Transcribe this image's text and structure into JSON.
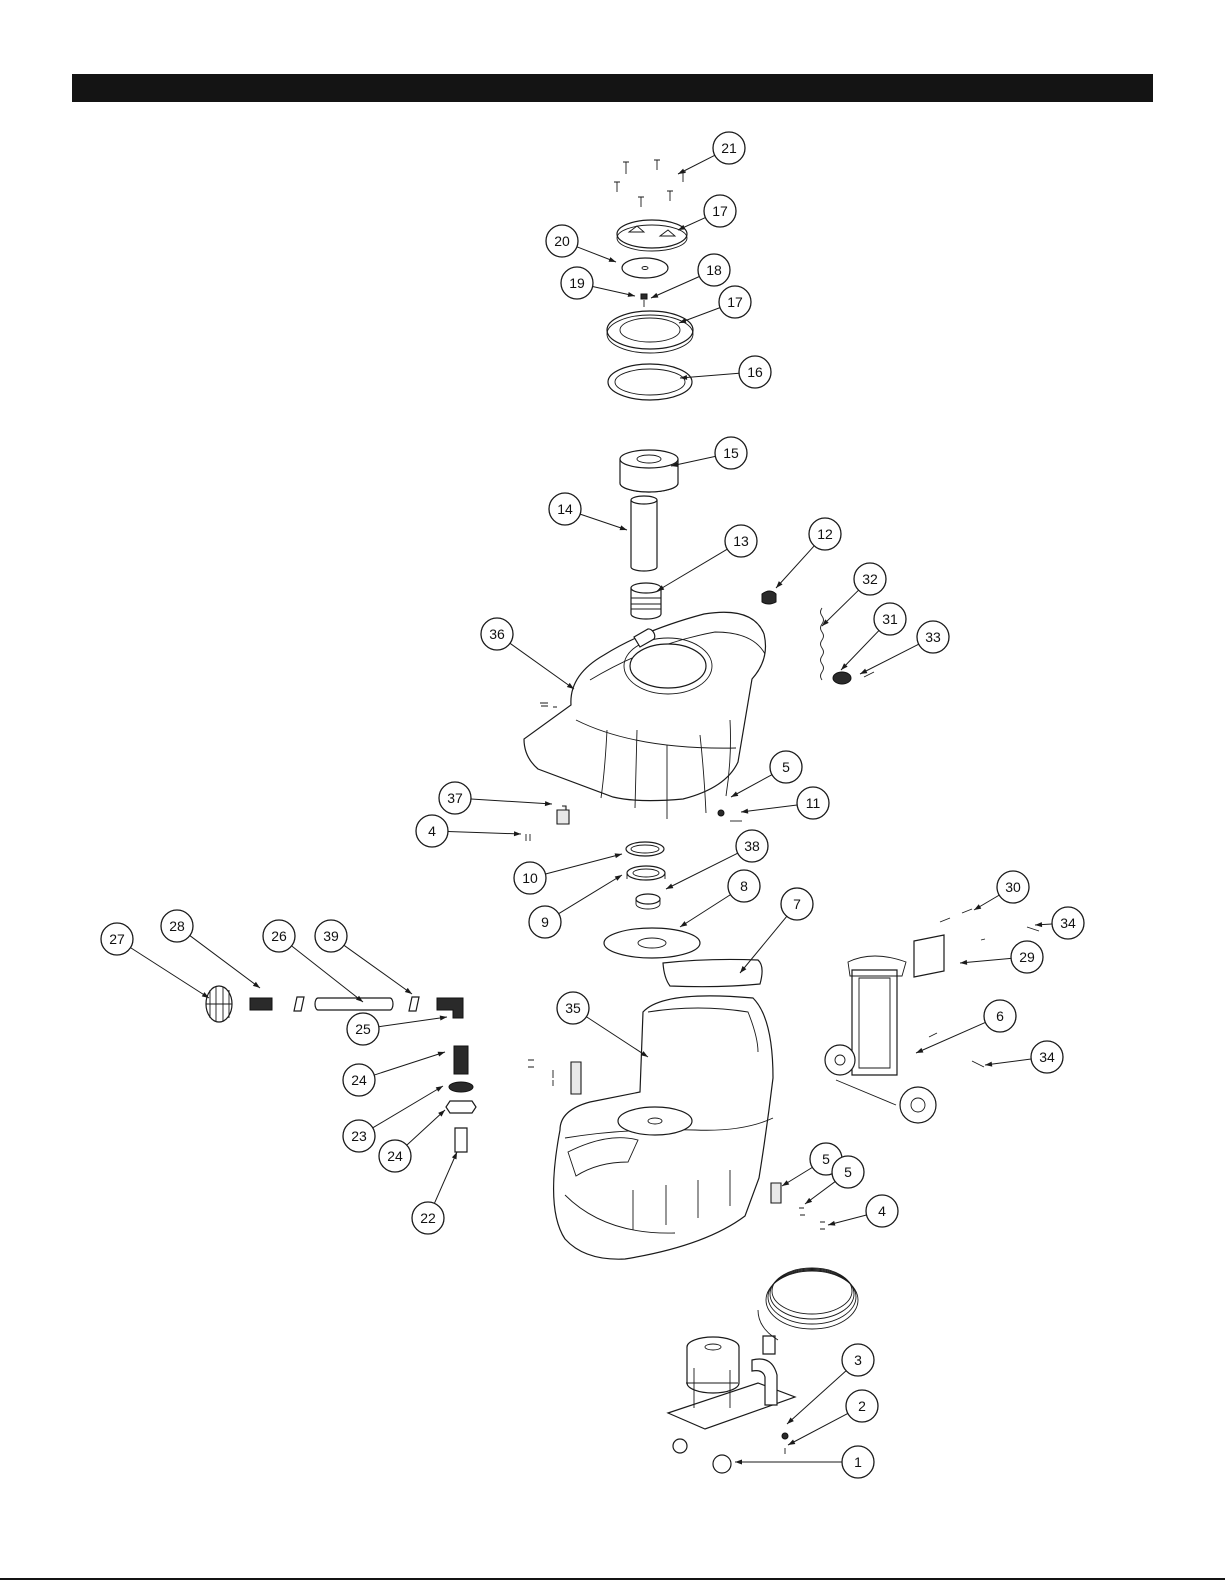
{
  "colors": {
    "bar": "#141414",
    "line": "#1a1a1a",
    "paper": "#ffffff"
  },
  "callouts": [
    {
      "label": "21"
    },
    {
      "label": "17"
    },
    {
      "label": "20"
    },
    {
      "label": "18"
    },
    {
      "label": "19"
    },
    {
      "label": "17"
    },
    {
      "label": "16"
    },
    {
      "label": "15"
    },
    {
      "label": "14"
    },
    {
      "label": "13"
    },
    {
      "label": "12"
    },
    {
      "label": "32"
    },
    {
      "label": "36"
    },
    {
      "label": "31"
    },
    {
      "label": "33"
    },
    {
      "label": "5"
    },
    {
      "label": "11"
    },
    {
      "label": "37"
    },
    {
      "label": "4"
    },
    {
      "label": "38"
    },
    {
      "label": "10"
    },
    {
      "label": "8"
    },
    {
      "label": "9"
    },
    {
      "label": "7"
    },
    {
      "label": "30"
    },
    {
      "label": "34"
    },
    {
      "label": "29"
    },
    {
      "label": "28"
    },
    {
      "label": "26"
    },
    {
      "label": "39"
    },
    {
      "label": "27"
    },
    {
      "label": "6"
    },
    {
      "label": "35"
    },
    {
      "label": "25"
    },
    {
      "label": "34"
    },
    {
      "label": "24"
    },
    {
      "label": "23"
    },
    {
      "label": "24"
    },
    {
      "label": "22"
    },
    {
      "label": "5"
    },
    {
      "label": "5"
    },
    {
      "label": "4"
    },
    {
      "label": "3"
    },
    {
      "label": "2"
    },
    {
      "label": "1"
    }
  ]
}
